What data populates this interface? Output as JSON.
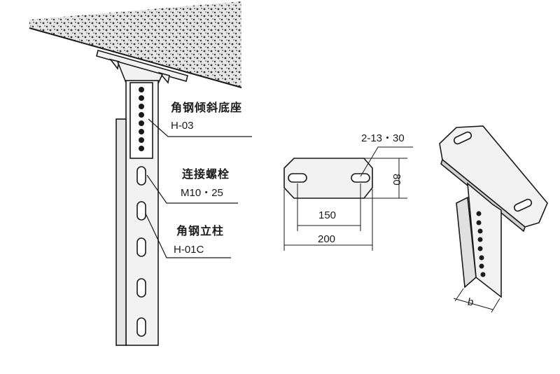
{
  "labels": {
    "base_name": "角钢倾斜底座",
    "base_code": "H-03",
    "bolt_name": "连接螺栓",
    "bolt_code": "M10・25",
    "column_name": "角钢立柱",
    "column_code": "H-01C"
  },
  "plate": {
    "holes": "2-13・30",
    "height": "80",
    "hole_spacing": "150",
    "width": "200"
  },
  "iso": {
    "flange": "b"
  },
  "colors": {
    "line": "#1a1a1a",
    "ceiling_fill": "#d9d9d9",
    "metal": "#f2f2f2"
  }
}
